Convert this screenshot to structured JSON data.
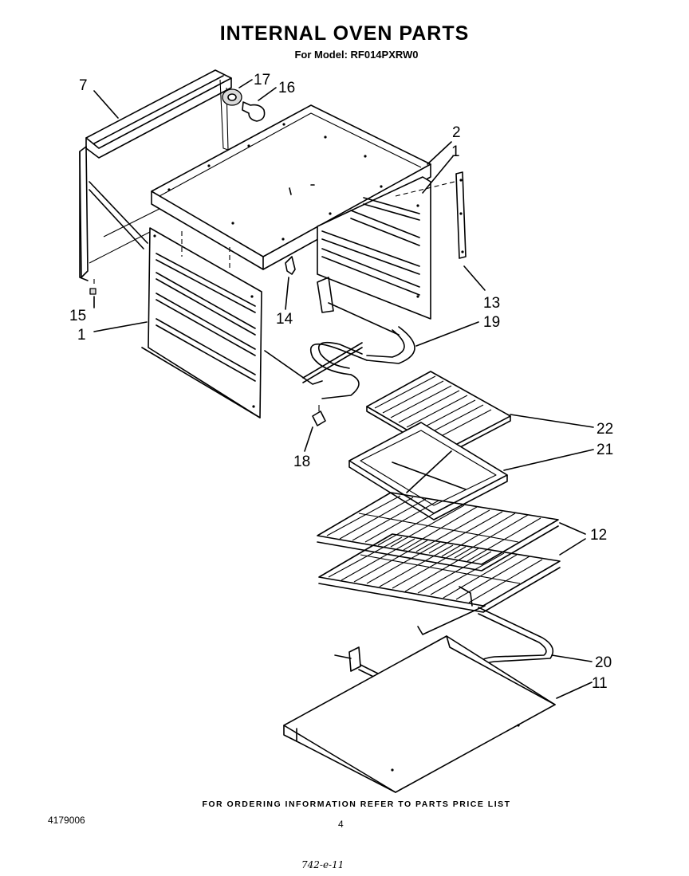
{
  "header": {
    "title": "INTERNAL OVEN PARTS",
    "subtitle": "For Model: RF014PXRW0"
  },
  "footer": {
    "note": "FOR ORDERING INFORMATION REFER TO PARTS PRICE LIST",
    "doc_number": "4179006",
    "page_number": "4",
    "handwritten": "742-e-11"
  },
  "callouts": {
    "c7": "7",
    "c17": "17",
    "c16": "16",
    "c2": "2",
    "c1_right": "1",
    "c13": "13",
    "c15": "15",
    "c14": "14",
    "c1_left": "1",
    "c19": "19",
    "c22": "22",
    "c18": "18",
    "c21": "21",
    "c12": "12",
    "c20": "20",
    "c11": "11"
  }
}
